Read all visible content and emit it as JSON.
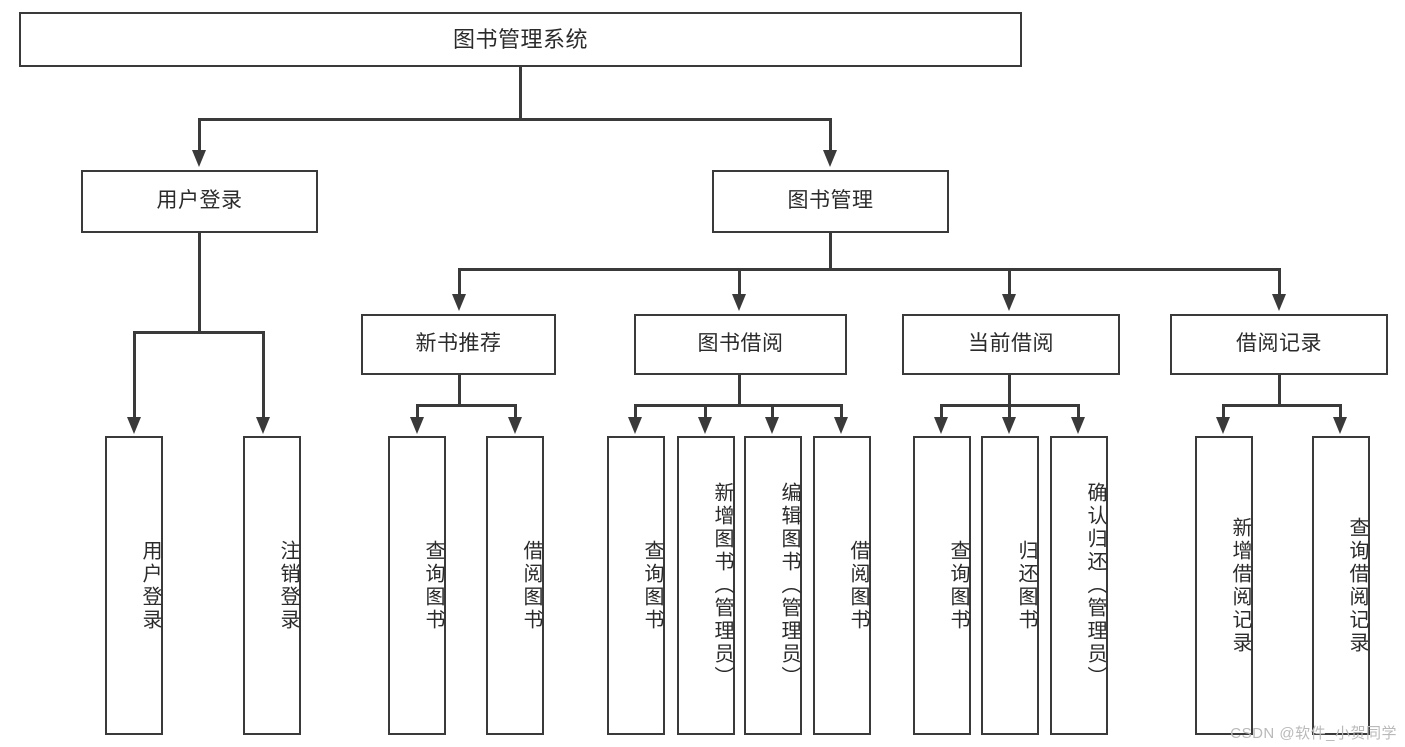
{
  "diagram": {
    "title": "图书管理系统",
    "type": "hierarchy-tree",
    "root": {
      "label": "图书管理系统"
    },
    "level2": [
      {
        "id": "user-login",
        "label": "用户登录"
      },
      {
        "id": "book-manage",
        "label": "图书管理"
      }
    ],
    "level3": [
      {
        "id": "new-book-recommend",
        "label": "新书推荐",
        "parent": "book-manage"
      },
      {
        "id": "book-borrow",
        "label": "图书借阅",
        "parent": "book-manage"
      },
      {
        "id": "current-borrow",
        "label": "当前借阅",
        "parent": "book-manage"
      },
      {
        "id": "borrow-record",
        "label": "借阅记录",
        "parent": "book-manage"
      }
    ],
    "leaves": {
      "user_login": [
        {
          "id": "leaf-user-login",
          "label": "用户登录"
        },
        {
          "id": "leaf-logout-login",
          "label": "注销登录"
        }
      ],
      "new_book_recommend": [
        {
          "id": "leaf-query-book-1",
          "label": "查询图书"
        },
        {
          "id": "leaf-borrow-book-1",
          "label": "借阅图书"
        }
      ],
      "book_borrow": [
        {
          "id": "leaf-query-book-2",
          "label": "查询图书"
        },
        {
          "id": "leaf-add-book",
          "label": "新增图书（管理员）"
        },
        {
          "id": "leaf-edit-book",
          "label": "编辑图书（管理员）"
        },
        {
          "id": "leaf-borrow-book-2",
          "label": "借阅图书"
        }
      ],
      "current_borrow": [
        {
          "id": "leaf-query-book-3",
          "label": "查询图书"
        },
        {
          "id": "leaf-return-book",
          "label": "归还图书"
        },
        {
          "id": "leaf-confirm-return",
          "label": "确认归还（管理员）"
        }
      ],
      "borrow_record": [
        {
          "id": "leaf-add-record",
          "label": "新增借阅记录"
        },
        {
          "id": "leaf-query-record",
          "label": "查询借阅记录"
        }
      ]
    }
  },
  "watermark": {
    "text": "CSDN @软件_小贺同学"
  },
  "colors": {
    "stroke": "#3a3a3a",
    "text": "#2b2b2b",
    "background": "#ffffff",
    "watermark": "#b9b9b9"
  }
}
